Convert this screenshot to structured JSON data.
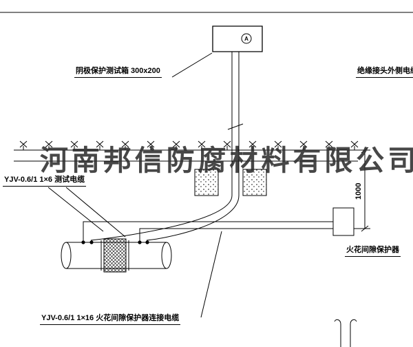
{
  "watermark": {
    "text": "河南邦信防腐材料有限公司"
  },
  "labels": {
    "test_box": "阴极保护测试箱 300x200",
    "outer_cable": "绝缘接头外侧电缆",
    "test_cable": "YJV-0.6/1 1×6  测试电缆",
    "spark_gap_protector": "火花间隙保护器",
    "connection_cable": "YJV-0.6/1 1×16  火花间隙保护器连接电缆",
    "dimension": "1000",
    "meter": "A"
  },
  "colors": {
    "line": "#000000",
    "watermark_gray": "#2d2d2d"
  }
}
